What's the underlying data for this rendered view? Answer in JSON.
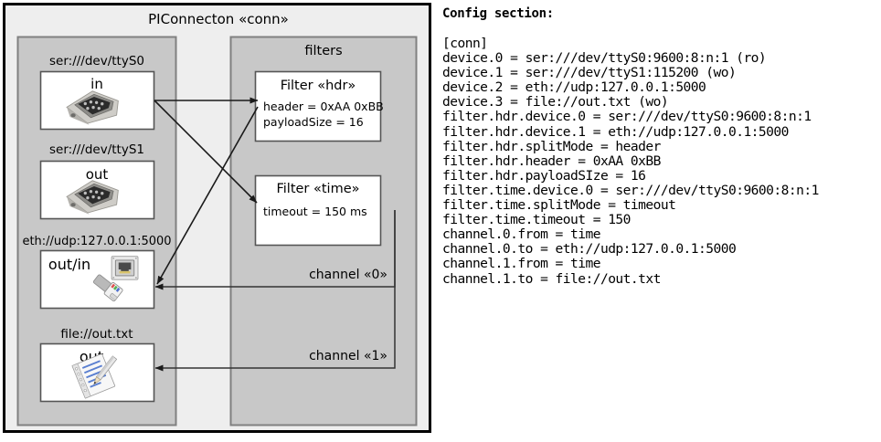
{
  "diagram": {
    "title": "PIConnecton «conn»",
    "devices_group": {
      "name": "devices-group",
      "items": [
        {
          "label": "ser:///dev/ttyS0",
          "direction": "in",
          "icon": "serial-connector-icon"
        },
        {
          "label": "ser:///dev/ttyS1",
          "direction": "out",
          "icon": "serial-connector-icon"
        },
        {
          "label": "eth://udp:127.0.0.1:5000",
          "direction": "out/in",
          "icon": "network-jack-icon"
        },
        {
          "label": "file://out.txt",
          "direction": "out",
          "icon": "notepad-pen-icon"
        }
      ]
    },
    "filters_group": {
      "title": "filters",
      "items": [
        {
          "title": "Filter «hdr»",
          "props": [
            "header = 0xAA 0xBB",
            "payloadSize = 16"
          ]
        },
        {
          "title": "Filter «time»",
          "props": [
            "timeout = 150 ms"
          ]
        }
      ]
    },
    "channels": [
      {
        "label": "channel «0»"
      },
      {
        "label": "channel «1»"
      }
    ],
    "colors": {
      "outer_frame": "#000000",
      "outer_fill": "#eeeeee",
      "group_fill": "#c8c8c8",
      "group_border": "#808080",
      "box_fill": "#ffffff",
      "box_border": "#555555",
      "arrow": "#000000"
    }
  },
  "config": {
    "title": "Config section:",
    "lines": [
      "[conn]",
      "device.0 = ser:///dev/ttyS0:9600:8:n:1 (ro)",
      "device.1 = ser:///dev/ttyS1:115200 (wo)",
      "device.2 = eth://udp:127.0.0.1:5000",
      "device.3 = file://out.txt (wo)",
      "filter.hdr.device.0 = ser:///dev/ttyS0:9600:8:n:1",
      "filter.hdr.device.1 = eth://udp:127.0.0.1:5000",
      "filter.hdr.splitMode = header",
      "filter.hdr.header = 0xAA 0xBB",
      "filter.hdr.payloadSIze = 16",
      "filter.time.device.0 = ser:///dev/ttyS0:9600:8:n:1",
      "filter.time.splitMode = timeout",
      "filter.time.timeout = 150",
      "channel.0.from = time",
      "channel.0.to = eth://udp:127.0.0.1:5000",
      "channel.1.from = time",
      "channel.1.to = file://out.txt"
    ]
  }
}
